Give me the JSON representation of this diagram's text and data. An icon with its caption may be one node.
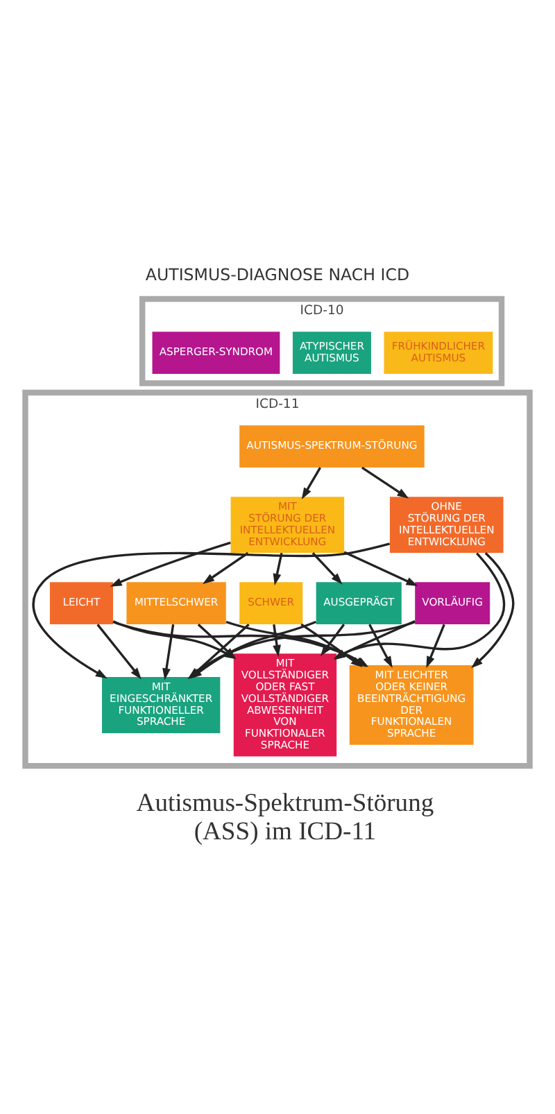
{
  "diagram": {
    "title": "AUTISMUS-DIAGNOSE NACH ICD",
    "caption": "Autismus-Spektrum-Störung (ASS) im ICD-11",
    "nodes": [
      {
        "text": [
          "ICD-10"
        ]
      },
      {
        "text": [
          "FRÜHKINDLICHER AUTISMUS"
        ],
        "in": 0
      },
      {
        "text": [
          "ATYPISCHER AUTISMUS"
        ],
        "in": 0
      },
      {
        "text": [
          "ASPERGER-SYNDROM"
        ],
        "in": 0
      },
      {
        "text": [
          "ICD-11"
        ]
      },
      {
        "text": [
          "AUTISMUS-SPEKTRUM-STÖRUNG"
        ],
        "in": 4
      },
      {
        "text": [
          "OHNE",
          "STÖRUNG DER INTELLEKTUELLEN ENTWICKLUNG"
        ],
        "in": 4
      },
      {
        "text": [
          "MIT",
          "STÖRUNG DER INTELLEKTUELLEN ENTWICKLUNG"
        ],
        "in": 4
      },
      {
        "text": [
          "LEICHT"
        ],
        "in": 4
      },
      {
        "text": [
          "MITTELSCHWER"
        ],
        "in": 4
      },
      {
        "text": [
          "SCHWER"
        ],
        "in": 4
      },
      {
        "text": [
          "AUSGEPRÄGT"
        ],
        "in": 4
      },
      {
        "text": [
          "VORLÄUFIG"
        ],
        "in": 4
      },
      {
        "text": [
          "MIT LEICHTER ODER KEINER BEEINTRÄCHTIGUNG DER FUNKTIONALEN SPRACHE"
        ],
        "in": 4
      },
      {
        "text": [
          "MIT EINGESCHRÄNKTER FUNKTIONELLER SPRACHE"
        ],
        "in": 4
      },
      {
        "text": [
          "MIT VOLLSTÄNDIGER ODER FAST VOLLSTÄNDIGER ABWESENHEIT VON FUNKTIONALER SPRACHE"
        ],
        "in": 4
      }
    ],
    "edges": [
      {
        "from": 5,
        "to": 6,
        "arrow": "to"
      },
      {
        "from": 5,
        "to": 7,
        "arrow": "to"
      },
      {
        "from": 7,
        "to": 8,
        "arrow": "to"
      },
      {
        "from": 7,
        "to": 9,
        "arrow": "to"
      },
      {
        "from": 7,
        "to": 10,
        "arrow": "to"
      },
      {
        "from": 7,
        "to": 11,
        "arrow": "to"
      },
      {
        "from": 7,
        "to": 12,
        "arrow": "to"
      },
      {
        "from": 6,
        "to": 13,
        "arrow": "to"
      },
      {
        "from": 6,
        "to": 14,
        "arrow": "to"
      },
      {
        "from": 6,
        "to": 15,
        "arrow": "to"
      },
      {
        "from": 8,
        "to": 13,
        "arrow": "to"
      },
      {
        "from": 8,
        "to": 14,
        "arrow": "to"
      },
      {
        "from": 8,
        "to": 15,
        "arrow": "to"
      },
      {
        "from": 9,
        "to": 13,
        "arrow": "to"
      },
      {
        "from": 9,
        "to": 14,
        "arrow": "to"
      },
      {
        "from": 9,
        "to": 15,
        "arrow": "to"
      },
      {
        "from": 10,
        "to": 13,
        "arrow": "to"
      },
      {
        "from": 10,
        "to": 14,
        "arrow": "to"
      },
      {
        "from": 10,
        "to": 15,
        "arrow": "to"
      },
      {
        "from": 11,
        "to": 13,
        "arrow": "to"
      },
      {
        "from": 11,
        "to": 14,
        "arrow": "to"
      },
      {
        "from": 11,
        "to": 15,
        "arrow": "to"
      },
      {
        "from": 12,
        "to": 13,
        "arrow": "to"
      },
      {
        "from": 12,
        "to": 14,
        "arrow": "to"
      },
      {
        "from": 12,
        "to": 15,
        "arrow": "to"
      }
    ]
  }
}
